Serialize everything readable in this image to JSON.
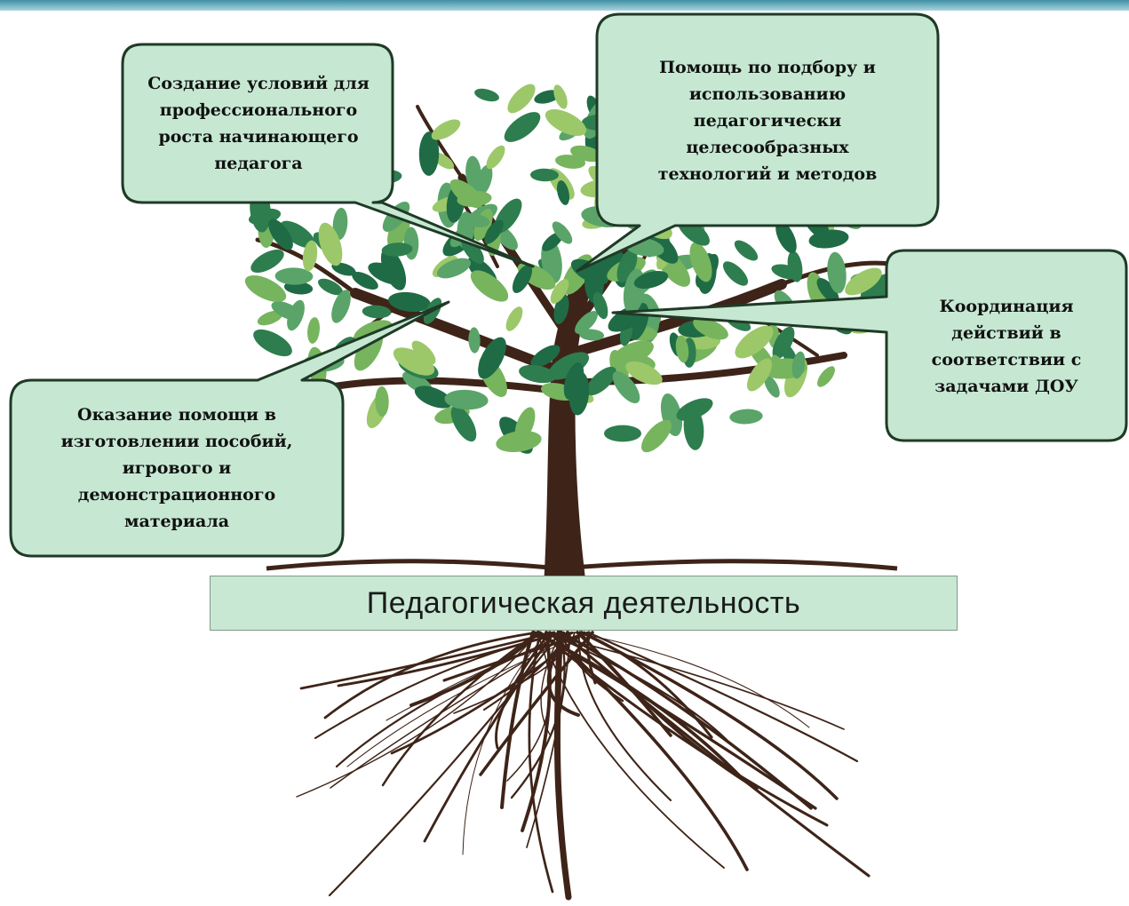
{
  "base_label": "Педагогическая деятельность",
  "bubbles": [
    {
      "text": "Создание условий для\nпрофессионального\nроста начинающего\nпедагога"
    },
    {
      "text": "Помощь по подбору и\nиспользованию\nпедагогически\nцелесообразных\nтехнологий и методов"
    },
    {
      "text": "Координация\nдействий в\nсоответствии с\nзадачами ДОУ"
    },
    {
      "text": "Оказание помощи в\nизготовлении пособий,\nигрового и\nдемонстрационного\nматериала"
    }
  ],
  "colors": {
    "bubble_fill": "#c6e8d2",
    "bubble_border": "#1f3a26",
    "trunk": "#3e2418",
    "leaf_dark": "#2e7d4f",
    "leaf_mid": "#5aa469",
    "leaf_light": "#9cc86a"
  }
}
